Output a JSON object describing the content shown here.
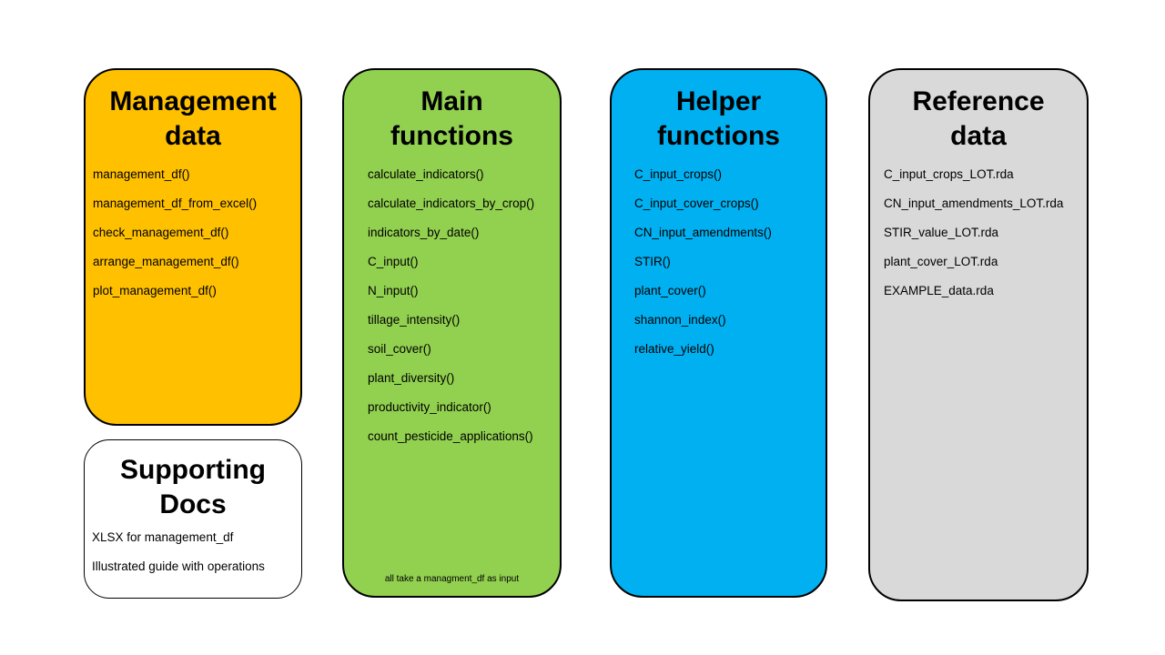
{
  "colors": {
    "management_bg": "#FFC000",
    "supporting_bg": "#FFFFFF",
    "main_bg": "#92D050",
    "helper_bg": "#00B0F0",
    "reference_bg": "#D9D9D9",
    "border": "#000000",
    "text": "#000000",
    "page_bg": "#FFFFFF"
  },
  "boxes": {
    "management": {
      "title": "Management\ndata",
      "items": [
        "management_df()",
        "management_df_from_excel()",
        "check_management_df()",
        "arrange_management_df()",
        "plot_management_df()"
      ]
    },
    "supporting": {
      "title": "Supporting\nDocs",
      "items": [
        "XLSX for management_df",
        "Illustrated guide with operations"
      ]
    },
    "main": {
      "title": "Main\nfunctions",
      "items": [
        "calculate_indicators()",
        "calculate_indicators_by_crop()",
        "indicators_by_date()",
        "C_input()",
        "N_input()",
        "tillage_intensity()",
        "soil_cover()",
        "plant_diversity()",
        "productivity_indicator()",
        "count_pesticide_applications()"
      ],
      "footnote": "all take a managment_df as input"
    },
    "helper": {
      "title": "Helper\nfunctions",
      "items": [
        "C_input_crops()",
        "C_input_cover_crops()",
        "CN_input_amendments()",
        "STIR()",
        "plant_cover()",
        "shannon_index()",
        "relative_yield()"
      ]
    },
    "reference": {
      "title": "Reference\ndata",
      "items": [
        "C_input_crops_LOT.rda",
        "CN_input_amendments_LOT.rda",
        "STIR_value_LOT.rda",
        "plant_cover_LOT.rda",
        "EXAMPLE_data.rda"
      ]
    }
  }
}
